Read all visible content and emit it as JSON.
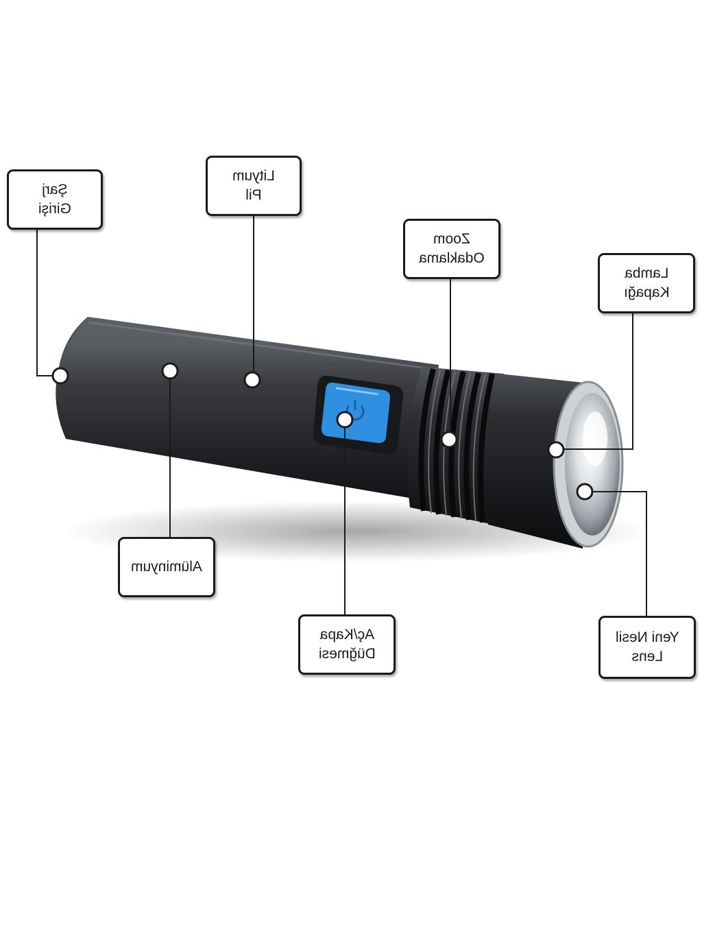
{
  "colors": {
    "body": "#2a2c30",
    "button": "#2f8fe0",
    "line": "#1a1a1a",
    "bezel": "#d9d9d9"
  },
  "labels": {
    "charge_port": "Şarj\nGirişi",
    "lithium_battery": "Lityum\nPil",
    "zoom_focus": "Zoom\nOdaklama",
    "lamp_cap": "Lamba\nKapağı",
    "aluminum": "Alüminyum",
    "power_button": "Aç/Kapa\nDüğmesi",
    "new_gen_lens": "Yeni Nesil\nLens"
  }
}
